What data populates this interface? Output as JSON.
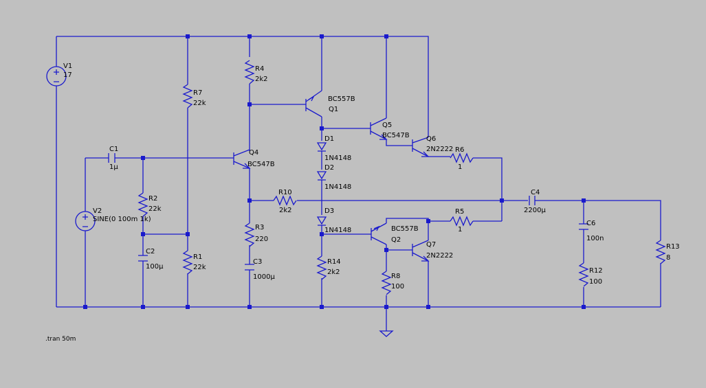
{
  "components": {
    "V1": {
      "ref": "V1",
      "value": "17"
    },
    "V2": {
      "ref": "V2",
      "value": "SINE(0 100m 1k)"
    },
    "C1": {
      "ref": "C1",
      "value": "1µ"
    },
    "C2": {
      "ref": "C2",
      "value": "100µ"
    },
    "C3": {
      "ref": "C3",
      "value": "1000µ"
    },
    "C4": {
      "ref": "C4",
      "value": "2200µ"
    },
    "C6": {
      "ref": "C6",
      "value": "100n"
    },
    "R1": {
      "ref": "R1",
      "value": "22k"
    },
    "R2": {
      "ref": "R2",
      "value": "22k"
    },
    "R3": {
      "ref": "R3",
      "value": "220"
    },
    "R4": {
      "ref": "R4",
      "value": "2k2"
    },
    "R5": {
      "ref": "R5",
      "value": "1"
    },
    "R6": {
      "ref": "R6",
      "value": "1"
    },
    "R7": {
      "ref": "R7",
      "value": "22k"
    },
    "R8": {
      "ref": "R8",
      "value": "100"
    },
    "R10": {
      "ref": "R10",
      "value": "2k2"
    },
    "R12": {
      "ref": "R12",
      "value": "100"
    },
    "R13": {
      "ref": "R13",
      "value": "8"
    },
    "R14": {
      "ref": "R14",
      "value": "2k2"
    },
    "D1": {
      "ref": "D1",
      "value": "1N4148"
    },
    "D2": {
      "ref": "D2",
      "value": "1N4148"
    },
    "D3": {
      "ref": "D3",
      "value": "1N4148"
    },
    "Q1": {
      "ref": "Q1",
      "value": "BC557B"
    },
    "Q2": {
      "ref": "Q2",
      "value": "BC557B"
    },
    "Q4": {
      "ref": "Q4",
      "value": "BC547B"
    },
    "Q5": {
      "ref": "Q5",
      "value": "BC547B"
    },
    "Q6": {
      "ref": "Q6",
      "value": "2N2222"
    },
    "Q7": {
      "ref": "Q7",
      "value": "2N2222"
    }
  },
  "directive": ".tran 50m",
  "colors": {
    "background": "#c0c0c0",
    "wire": "#1a1acc",
    "text": "#000000"
  }
}
